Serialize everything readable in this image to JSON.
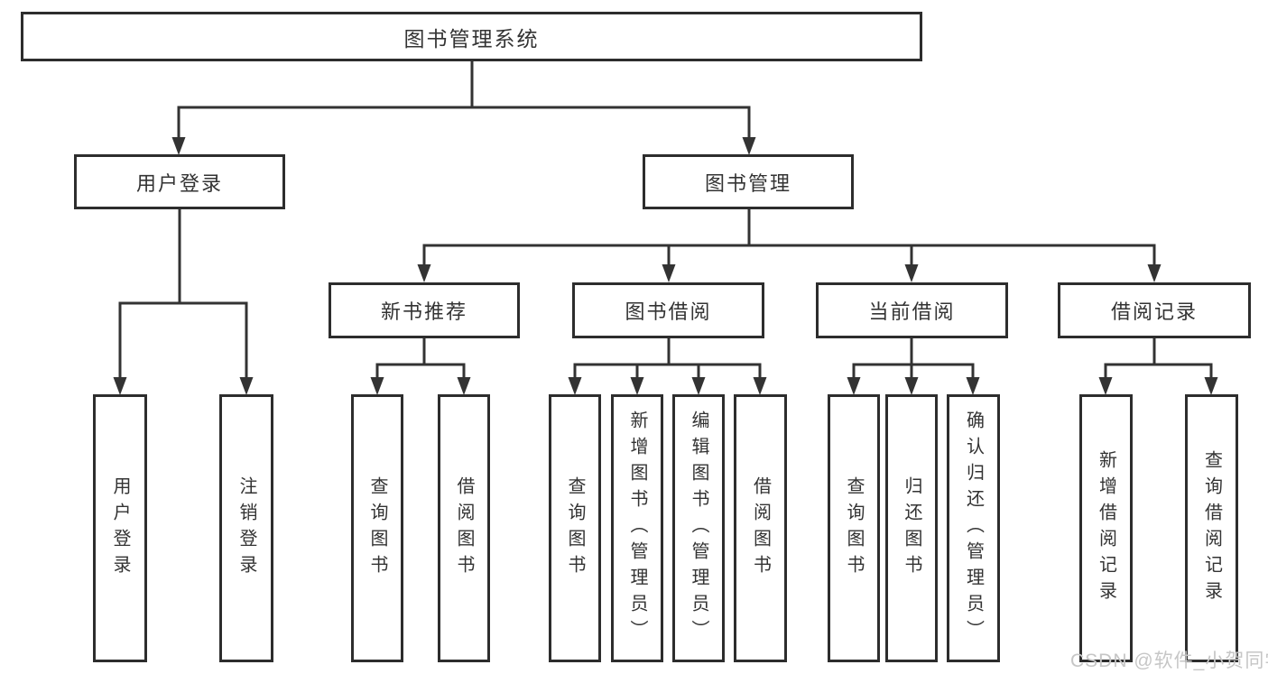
{
  "diagram": {
    "line_color": "#333333",
    "box_border_color": "#2d2d2d",
    "text_color": "#333333",
    "nodes": {
      "root": {
        "label": "图书管理系统"
      },
      "user_login_branch": {
        "label": "用户登录"
      },
      "book_mgmt_branch": {
        "label": "图书管理"
      },
      "new_book_recommend": {
        "label": "新书推荐"
      },
      "book_borrow": {
        "label": "图书借阅"
      },
      "current_borrow": {
        "label": "当前借阅"
      },
      "borrow_records": {
        "label": "借阅记录"
      },
      "leaf_user_login": {
        "label": "用户登录"
      },
      "leaf_logout": {
        "label": "注销登录"
      },
      "leaf_nbr_query_books": {
        "label": "查询图书"
      },
      "leaf_nbr_borrow_books": {
        "label": "借阅图书"
      },
      "leaf_bb_query_books": {
        "label": "查询图书"
      },
      "leaf_bb_add_books": {
        "label": "新增图书（管理员）"
      },
      "leaf_bb_edit_books": {
        "label": "编辑图书（管理员）"
      },
      "leaf_bb_borrow_books": {
        "label": "借阅图书"
      },
      "leaf_cb_query_books": {
        "label": "查询图书"
      },
      "leaf_cb_return_books": {
        "label": "归还图书"
      },
      "leaf_cb_confirm_return": {
        "label": "确认归还（管理员）"
      },
      "leaf_br_add_record": {
        "label": "新增借阅记录"
      },
      "leaf_br_query_record": {
        "label": "查询借阅记录"
      }
    }
  },
  "watermark": {
    "text": "CSDN @软件_小贺同学",
    "color": "#c6c6c6"
  }
}
